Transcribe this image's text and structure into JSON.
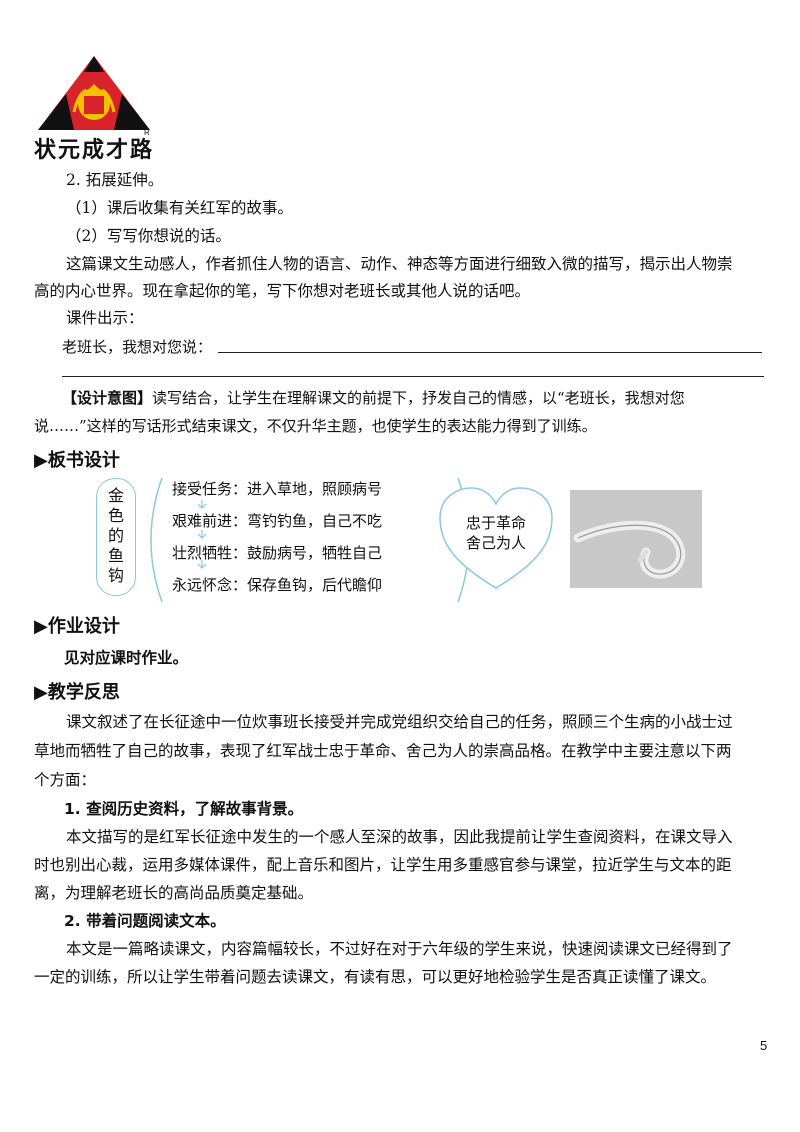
{
  "logo": {
    "text": "状元成才路",
    "mark": "R"
  },
  "extension": {
    "heading": "2. 拓展延伸。",
    "item1": "（1）课后收集有关红军的故事。",
    "item2": "（2）写写你想说的话。",
    "para_line1": "这篇课文生动感人，作者抓住人物的语言、动作、神态等方面进行细致入微的描写，揭示出人物崇",
    "para_line2": "高的内心世界。现在拿起你的笔，写下你想对老班长或其他人说的话吧。",
    "courseware": "课件出示：",
    "prompt": "老班长，我想对您说："
  },
  "design_intent": {
    "label": "【设计意图】",
    "line1": "读写结合，让学生在理解课文的前提下，抒发自己的情感，以“老班长，我想对您",
    "line2": "说……”这样的写话形式结束课文，不仅升华主题，也使学生的表达能力得到了训练。"
  },
  "board": {
    "heading": "▶板书设计",
    "title_chars": [
      "金",
      "色",
      "的",
      "鱼",
      "钩"
    ],
    "rows": [
      "接受任务：进入草地，照顾病号",
      "艰难前进：弯钓钓鱼，自己不吃",
      "壮烈牺牲：鼓励病号，牺牲自己",
      "永远怀念：保存鱼钩，后代瞻仰"
    ],
    "heart_line1": "忠于革命",
    "heart_line2": "舍己为人"
  },
  "homework": {
    "heading": "▶作业设计",
    "text": "见对应课时作业。"
  },
  "reflection": {
    "heading": "▶教学反思",
    "p1_line1": "课文叙述了在长征途中一位炊事班长接受并完成党组织交给自己的任务，照顾三个生病的小战士过",
    "p1_line2": "草地而牺牲了自己的故事，表现了红军战士忠于革命、舍己为人的崇高品格。在教学中主要注意以下两",
    "p1_line3": "个方面：",
    "s1_heading": "1. 查阅历史资料，了解故事背景。",
    "s1_line1": "本文描写的是红军长征途中发生的一个感人至深的故事，因此我提前让学生查阅资料，在课文导入",
    "s1_line2": "时也别出心裁，运用多媒体课件，配上音乐和图片，让学生用多重感官参与课堂，拉近学生与文本的距",
    "s1_line3": "离，为理解老班长的高尚品质奠定基础。",
    "s2_heading": "2. 带着问题阅读文本。",
    "s2_line1": "本文是一篇略读课文，内容篇幅较长，不过好在对于六年级的学生来说，快速阅读课文已经得到了",
    "s2_line2": "一定的训练，所以让学生带着问题去读课文，有读有思，可以更好地检验学生是否真正读懂了课文。"
  },
  "page_number": "5",
  "colors": {
    "logo_red": "#d8232a",
    "logo_black": "#111111",
    "logo_gold": "#f2c200",
    "board_stroke": "#8cc7e0",
    "photo_bg": "#c8c8c8"
  }
}
